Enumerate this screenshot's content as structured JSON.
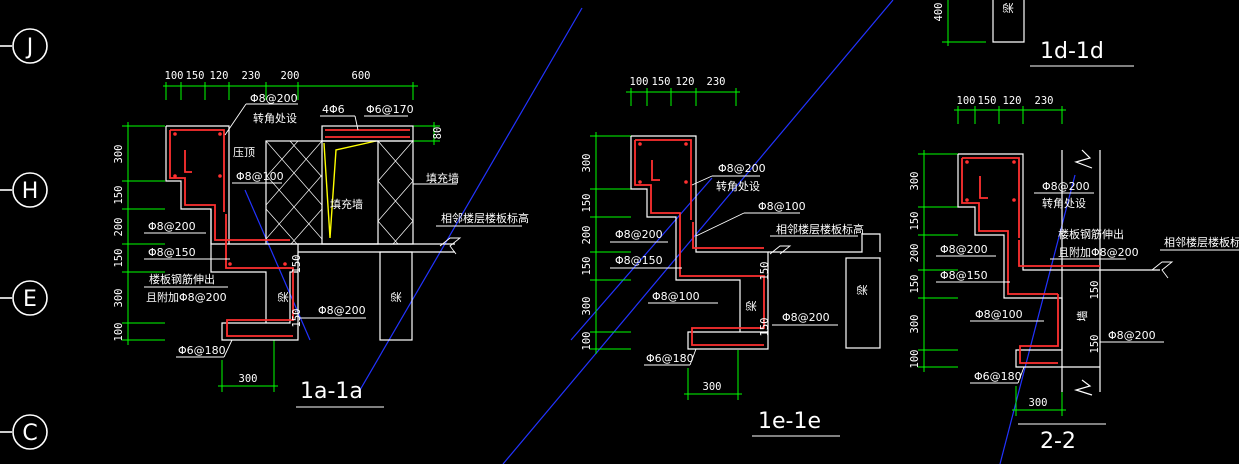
{
  "axis_labels": [
    "J",
    "H",
    "E",
    "C"
  ],
  "sections": {
    "s1": {
      "title": "1a-1a",
      "top_dims": [
        "100",
        "150",
        "120",
        "230",
        "200",
        "600"
      ],
      "left_dims": [
        "300",
        "150",
        "200",
        "150",
        "300",
        "100"
      ],
      "bottom_dim": "300",
      "right_dim": "80",
      "notes": {
        "n1": "Φ8@200",
        "n2": "转角处设",
        "n3": "4Φ6",
        "n4": "Φ6@170",
        "n5": "压顶",
        "n6": "Φ8@100",
        "n7": "填充墙",
        "n8": "填充墙",
        "n9": "相邻楼层楼板标高",
        "n10": "Φ8@200",
        "n11": "Φ8@150",
        "n12": "楼板钢筋伸出",
        "n13": "且附加Φ8@200",
        "n14": "Φ8@200",
        "n15": "Φ6@180",
        "n16": "150",
        "n17": "梁",
        "n18": "150",
        "n19": "梁"
      }
    },
    "s2": {
      "title": "1e-1e",
      "top_dims": [
        "100",
        "150",
        "120",
        "230"
      ],
      "left_dims": [
        "300",
        "150",
        "200",
        "150",
        "300",
        "100"
      ],
      "bottom_dim": "300",
      "notes": {
        "n1": "Φ8@200",
        "n2": "转角处设",
        "n3": "Φ8@100",
        "n4": "相邻楼层楼板标高",
        "n5": "Φ8@200",
        "n6": "Φ8@150",
        "n7": "Φ8@100",
        "n8": "Φ8@200",
        "n9": "Φ6@180",
        "n10": "150",
        "n11": "梁",
        "n12": "150",
        "n13": "梁"
      }
    },
    "s3": {
      "title": "2-2",
      "top_dims": [
        "100",
        "150",
        "120",
        "230"
      ],
      "left_dims": [
        "300",
        "150",
        "200",
        "150",
        "300",
        "100"
      ],
      "bottom_dim": "300",
      "notes": {
        "n1": "Φ8@200",
        "n2": "转角处设",
        "n3": "楼板钢筋伸出",
        "n4": "且附加Φ8@200",
        "n5": "相邻楼层楼板标高",
        "n6": "Φ8@200",
        "n7": "Φ8@150",
        "n8": "Φ8@100",
        "n9": "Φ8@200",
        "n10": "Φ6@180",
        "n11": "150",
        "n12": "150",
        "n13": "墙"
      }
    },
    "s4": {
      "title": "1d-1d",
      "left_dim": "400",
      "note": "梁"
    }
  }
}
